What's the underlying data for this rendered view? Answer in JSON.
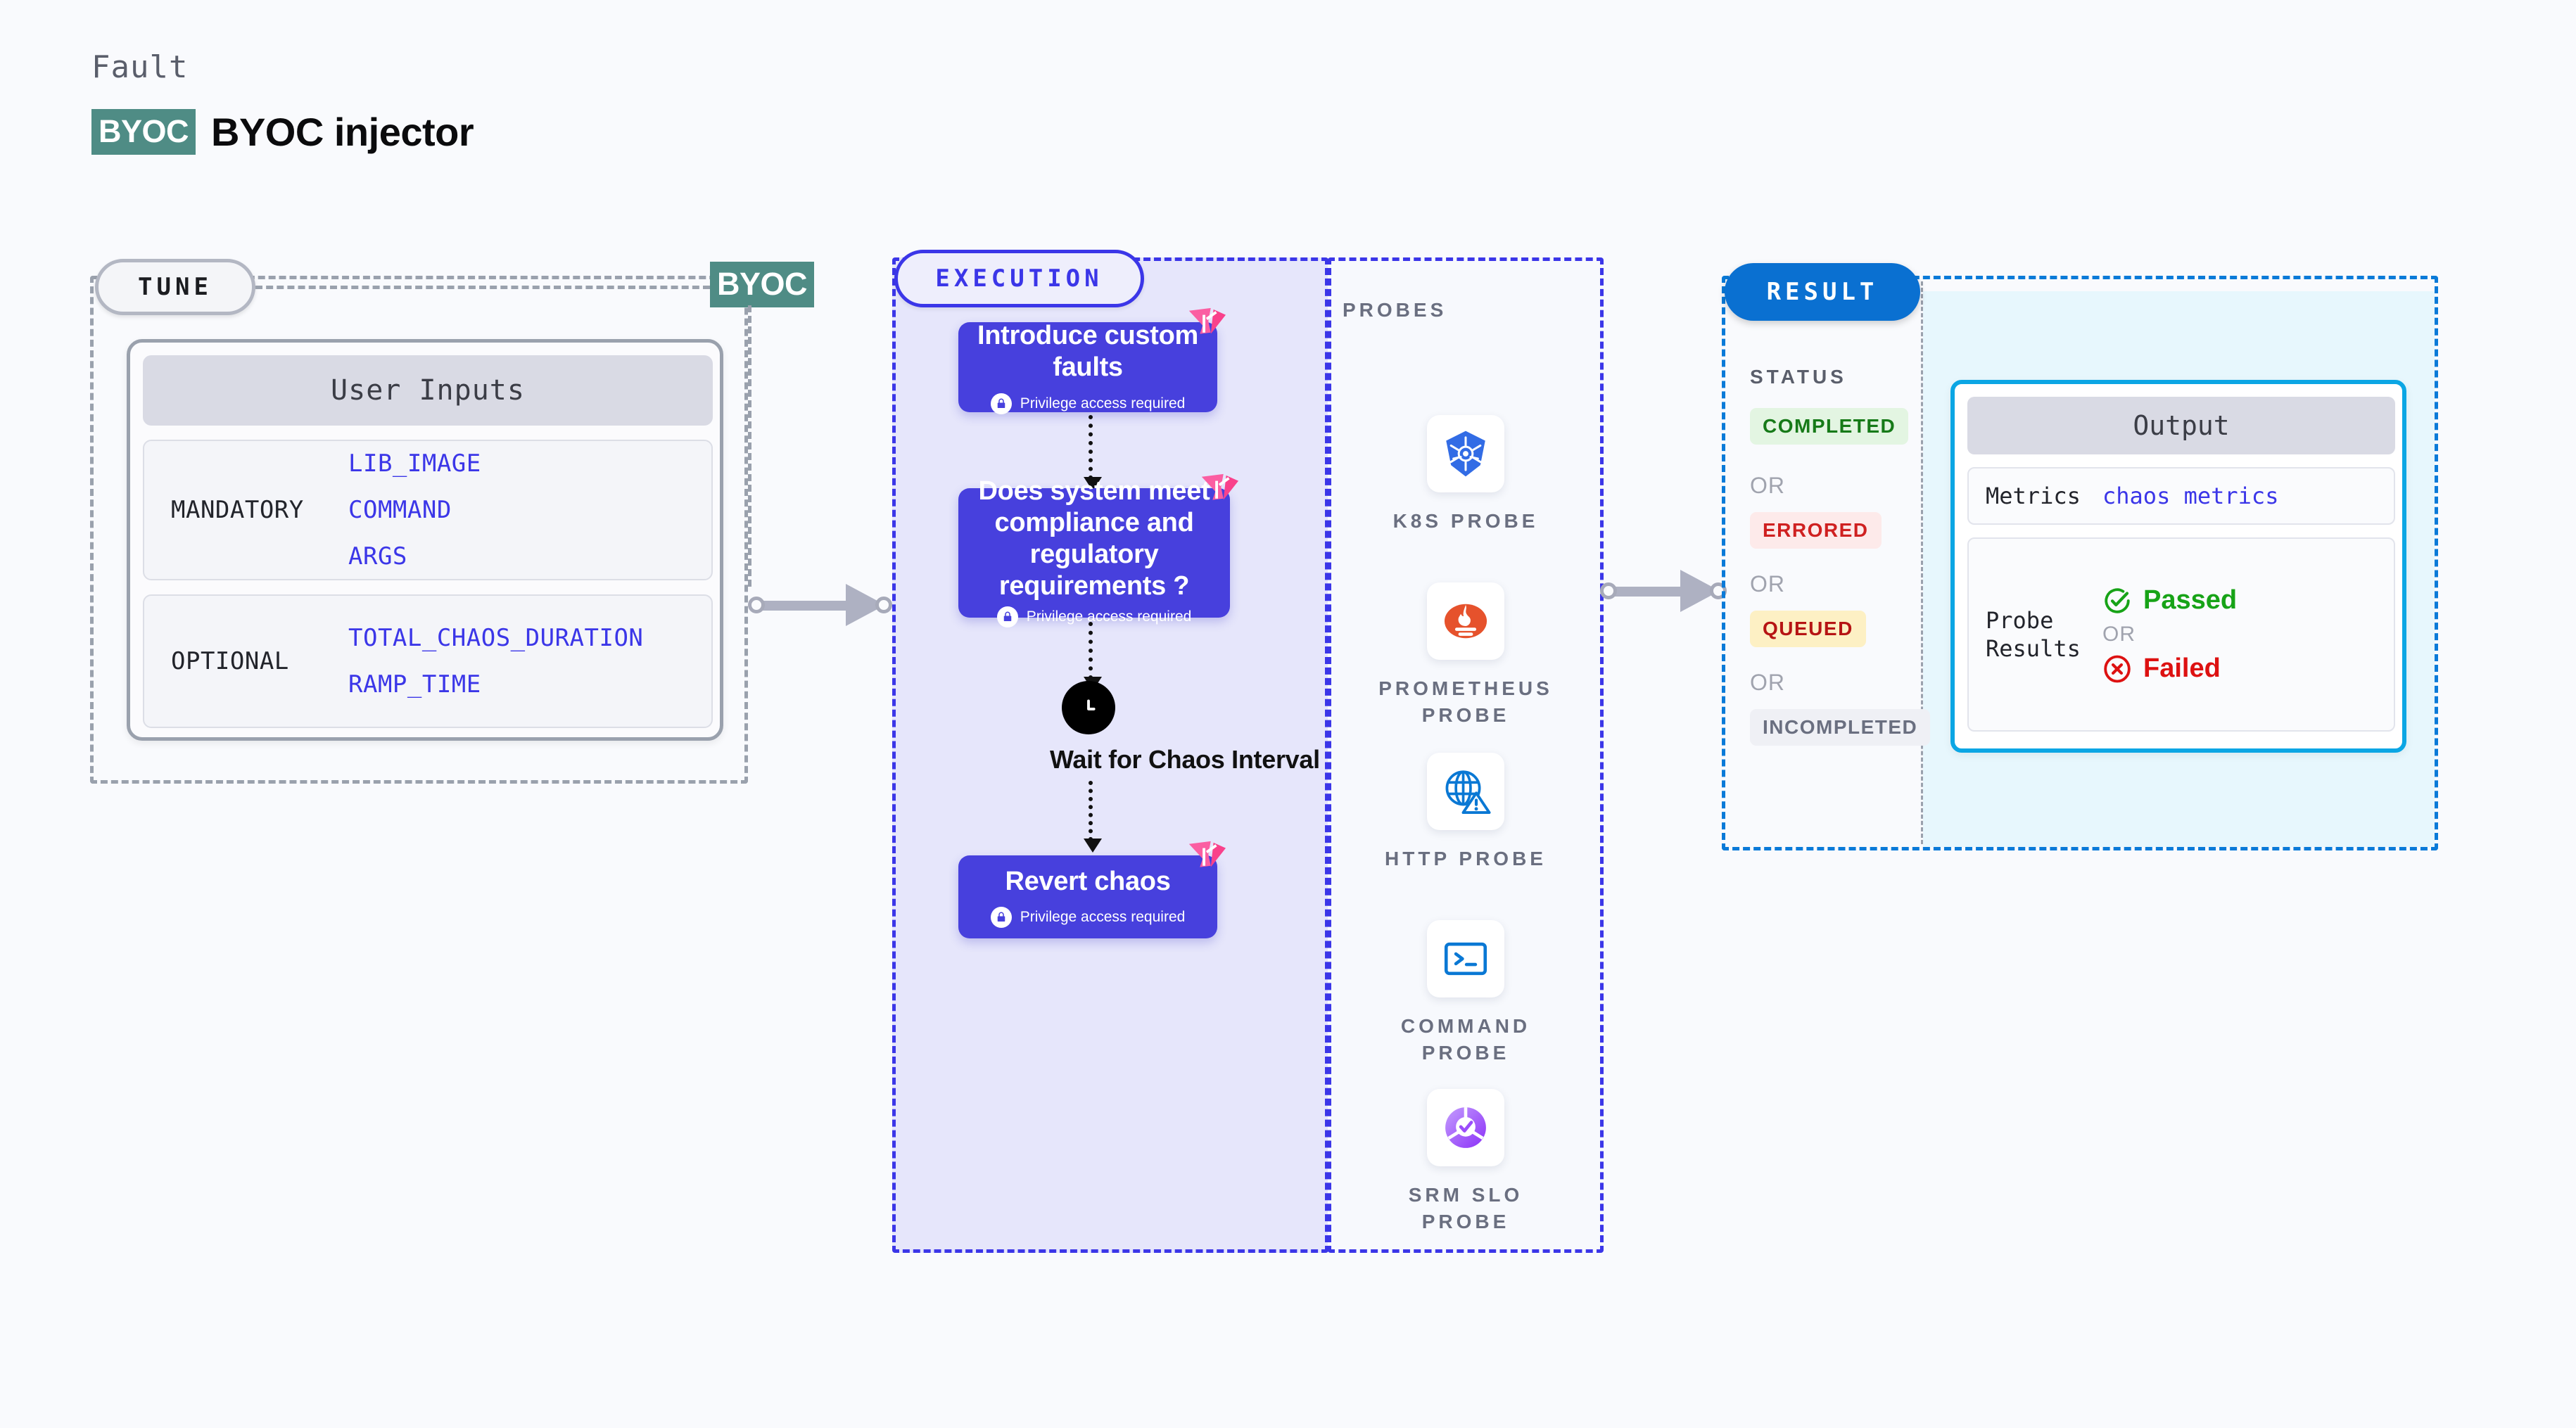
{
  "header": {
    "eyebrow": "Fault",
    "chip": "BYOC",
    "title": "BYOC injector"
  },
  "tune": {
    "pill": "TUNE",
    "mid_chip": "BYOC",
    "card_title": "User Inputs",
    "groups": [
      {
        "label": "MANDATORY",
        "values": [
          "LIB_IMAGE",
          "COMMAND",
          "ARGS"
        ]
      },
      {
        "label": "OPTIONAL",
        "values": [
          "TOTAL_CHAOS_DURATION",
          "RAMP_TIME"
        ]
      }
    ]
  },
  "execution": {
    "pill": "EXECUTION",
    "privilege_note": "Privilege access required",
    "nodes": [
      {
        "title": "Introduce custom faults",
        "icon": "harness-corner-icon",
        "lock": "lock-icon"
      },
      {
        "title": "Does system meet compliance and regulatory requirements ?",
        "icon": "harness-corner-icon",
        "lock": "lock-icon"
      },
      {
        "title": "Revert chaos",
        "icon": "harness-corner-icon",
        "lock": "lock-icon"
      }
    ],
    "wait": {
      "icon": "clock-icon",
      "label": "Wait for Chaos Interval"
    }
  },
  "probes": {
    "heading": "PROBES",
    "items": [
      {
        "label": "K8S  PROBE",
        "icon": "kubernetes-icon",
        "color": "#326ce5"
      },
      {
        "label": "PROMETHEUS PROBE",
        "icon": "prometheus-icon",
        "color": "#e6522c"
      },
      {
        "label": "HTTP  PROBE",
        "icon": "globe-warning-icon",
        "color": "#0a78d4"
      },
      {
        "label": "COMMAND PROBE",
        "icon": "terminal-icon",
        "color": "#0a78d4"
      },
      {
        "label": "SRM SLO PROBE",
        "icon": "slo-donut-icon",
        "color": "#9b4dfb"
      }
    ]
  },
  "result": {
    "pill": "RESULT",
    "status_heading": "STATUS",
    "or_label": "OR",
    "statuses": [
      {
        "label": "COMPLETED",
        "bg": "#e3f5e2",
        "fg": "#167a18"
      },
      {
        "label": "ERRORED",
        "bg": "#fdeaea",
        "fg": "#cf2020"
      },
      {
        "label": "QUEUED",
        "bg": "#fdf0c4",
        "fg": "#b61414"
      },
      {
        "label": "INCOMPLETED",
        "bg": "#eff0f5",
        "fg": "#6a6f80"
      }
    ],
    "output": {
      "title": "Output",
      "metrics_label": "Metrics",
      "metrics_value": "chaos metrics",
      "probe_results_label": "Probe Results",
      "passed_label": "Passed",
      "failed_label": "Failed",
      "or_label": "OR"
    }
  },
  "colors": {
    "background": "#f9fafd",
    "brand_teal": "#4f8c85",
    "execution_purple": "#3b36e8",
    "node_purple": "#4740dd",
    "result_blue": "#0a70d1",
    "output_cyan": "#0ba6e4"
  }
}
